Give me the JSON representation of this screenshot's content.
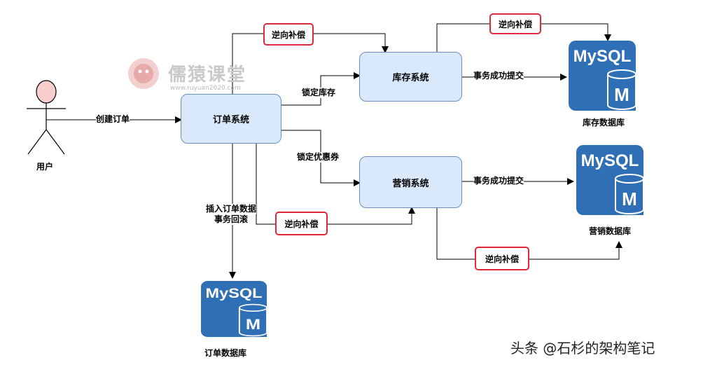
{
  "actors": {
    "user": "用户"
  },
  "systems": {
    "order": "订单系统",
    "inventory": "库存系统",
    "marketing": "营销系统"
  },
  "databases": {
    "logo_text": "MySQL",
    "logo_letter": "M",
    "inventory_db": "库存数据库",
    "marketing_db": "营销数据库",
    "order_db": "订单数据库"
  },
  "edges": {
    "create_order": "创建订单",
    "lock_stock": "锁定库存",
    "lock_coupon": "锁定优惠券",
    "commit_inventory": "事务成功提交",
    "commit_marketing": "事务成功提交",
    "insert_order_line1": "插入订单数据",
    "insert_order_line2": "事务回滚"
  },
  "compensation": {
    "order_to_inventory": "逆向补偿",
    "inventory_to_db": "逆向补偿",
    "order_to_marketing": "逆向补偿",
    "marketing_to_db": "逆向补偿"
  },
  "watermark": {
    "name": "儒猿课堂",
    "url": "www.ruyuan2020.com"
  },
  "footer": "头条 @石杉的架构笔记",
  "colors": {
    "box_fill": "#dae8fc",
    "box_stroke": "#6c8ebf",
    "tag_stroke": "#e0283a",
    "mysql_blue": "#2f6fb5",
    "user_head": "#f8cecc"
  }
}
